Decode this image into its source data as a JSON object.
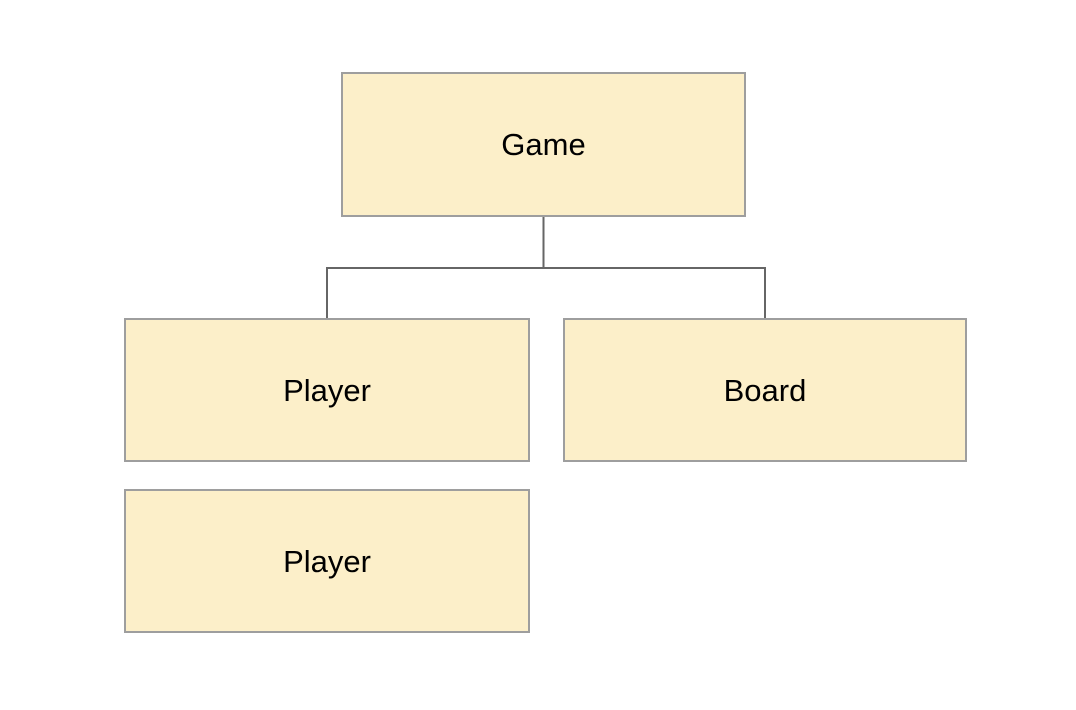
{
  "diagram": {
    "type": "hierarchy",
    "background_color": "#ffffff",
    "node_fill_color": "#fcefc9",
    "node_border_color": "#9e9e9e",
    "connector_color": "#666666",
    "label_color": "#000000",
    "nodes": [
      {
        "id": "game",
        "label": "Game"
      },
      {
        "id": "player-1",
        "label": "Player"
      },
      {
        "id": "board",
        "label": "Board"
      },
      {
        "id": "player-2",
        "label": "Player"
      }
    ],
    "edges": [
      {
        "from": "game",
        "to": "player-1"
      },
      {
        "from": "game",
        "to": "board"
      }
    ]
  }
}
